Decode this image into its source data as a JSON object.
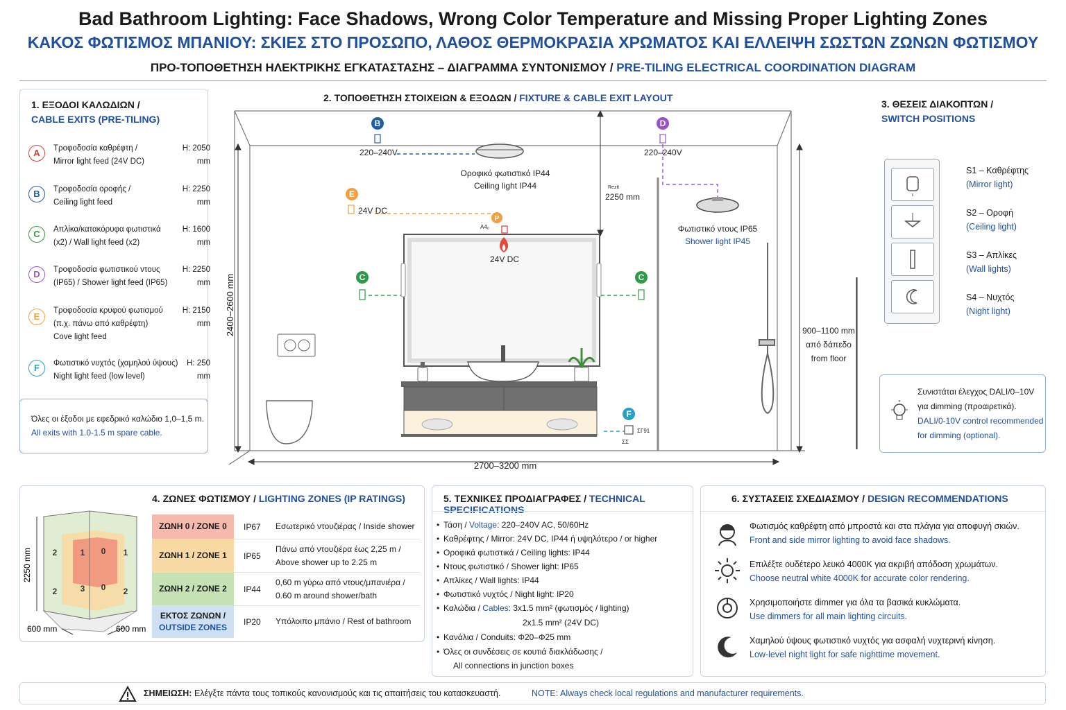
{
  "header": {
    "title_en": "Bad Bathroom Lighting: Face Shadows, Wrong Color Temperature and Missing Proper Lighting Zones",
    "title_gr": "ΚΑΚΟΣ ΦΩΤΙΣΜΟΣ ΜΠΑΝΙΟΥ: ΣΚΙΕΣ ΣΤΟ ΠΡΟΣΩΠΟ, ΛΑΘΟΣ ΘΕΡΜΟΚΡΑΣΙΑ ΧΡΩΜΑΤΟΣ ΚΑΙ ΕΛΛΕΙΨΗ ΣΩΣΤΩΝ ΖΩΝΩΝ ΦΩΤΙΣΜΟΥ",
    "subtitle_gr": "ΠΡΟ-ΤΟΠΟΘΕΤΗΣΗ ΗΛΕΚΤΡΙΚΗΣ ΕΓΚΑΤΑΣΤΑΣΗΣ – ΔΙΑΓΡΑΜΜΑ ΣΥΝΤΟΝΙΣΜΟΥ /",
    "subtitle_en": "PRE-TILING ELECTRICAL COORDINATION DIAGRAM"
  },
  "cable_exits": {
    "title_gr": "1. ΕΞΟΔΟΙ ΚΑΛΩΔΙΩΝ /",
    "title_en": "CABLE EXITS (PRE-TILING)",
    "items": [
      {
        "letter": "A",
        "color": "#d83b3b",
        "line1": "Τροφοδοσία καθρέφτη /",
        "line2": "Mirror light feed (24V DC)",
        "line3": "",
        "h": "H: 2050",
        "unit": "mm"
      },
      {
        "letter": "B",
        "color": "#1f5fa8",
        "line1": "Τροφοδοσία οροφής /",
        "line2": "Ceiling light feed",
        "line3": "",
        "h": "H: 2250",
        "unit": "mm"
      },
      {
        "letter": "C",
        "color": "#2e9a4a",
        "line1": "Απλίκα/κατακόρυφα φωτιστικά",
        "line2": "(x2) / Wall light feed (x2)",
        "line3": "",
        "h": "H: 1600",
        "unit": "mm"
      },
      {
        "letter": "D",
        "color": "#9a52c8",
        "line1": "Τροφοδοσία φωτιστικού ντους",
        "line2": "(IP65) / Shower light feed (IP65)",
        "line3": "",
        "h": "H: 2250",
        "unit": "mm"
      },
      {
        "letter": "E",
        "color": "#f0a040",
        "line1": "Τροφοδοσία κρυφού φωτισμού",
        "line2": "(π.χ. πάνω από καθρέφτη)",
        "line3": "Cove light feed",
        "h": "H: 2150",
        "unit": "mm"
      },
      {
        "letter": "F",
        "color": "#2aa0c8",
        "line1": "Φωτιστικό νυχτός (χαμηλού ύψους)",
        "line2": "Night light feed (low level)",
        "line3": "",
        "h": "H: 250",
        "unit": "mm"
      }
    ],
    "note_gr": "Όλες οι έξοδοι με εφεδρικό καλώδιο 1,0–1,5 m.",
    "note_en": "All exits with 1.0-1.5 m spare cable."
  },
  "layout": {
    "title_gr": "2. ΤΟΠΟΘΕΤΗΣΗ ΣΤΟΙΧΕΙΩΝ & ΕΞΟΔΩΝ /",
    "title_en": "FIXTURE & CABLE EXIT LAYOUT",
    "b_letter": "B",
    "d_letter": "D",
    "e_letter": "E",
    "c_letter": "C",
    "f_letter": "F",
    "a_letter": "P",
    "b_voltage": "220–240V",
    "d_voltage": "220–240V",
    "e_voltage": "24V DC",
    "a_voltage": "24V DC",
    "a_small": "A4₀",
    "ceiling_gr": "Οροφικό φωτιστικό IP44",
    "ceiling_en": "Ceiling light IP44",
    "ceiling_height_small": "Rezit",
    "ceiling_height": "2250 mm",
    "shower_gr": "Φωτιστικό ντους IP65",
    "shower_en": "Shower light IP45",
    "wall_height": "2400–2600 mm",
    "width": "2700–3200 mm",
    "switch_height_1": "900–1100 mm",
    "switch_height_2": "από δάπεδο",
    "switch_height_3": "from floor",
    "f_small_1": "ΣΓ91",
    "f_small_2": "ΣΣ"
  },
  "switches": {
    "title_gr": "3. ΘΕΣΕΙΣ ΔΙΑΚΟΠΤΩΝ /",
    "title_en": "SWITCH POSITIONS",
    "items": [
      {
        "gr": "S1 – Καθρέφτης",
        "en": "(Mirror light)",
        "icon": "mirror-icon",
        "code": "S1"
      },
      {
        "gr": "S2 – Οροφή",
        "en": "(Ceiling light)",
        "icon": "ceiling-light-icon",
        "code": "S2"
      },
      {
        "gr": "S3 – Απλίκες",
        "en": "(Wall lights)",
        "icon": "wall-light-icon",
        "code": "S3"
      },
      {
        "gr": "S4 – Νυχτός",
        "en": "(Night light)",
        "icon": "night-light-icon",
        "code": "S4"
      }
    ],
    "dali_gr_1": "Συνιστάται έλεγχος DALI/0–10V",
    "dali_gr_2": "για dimming (προαιρετικά).",
    "dali_en_1": "DALI/0-10V control recommended",
    "dali_en_2": "for dimming (optional)."
  },
  "zones": {
    "title_gr": "4. ΖΩΝΕΣ ΦΩΤΙΣΜΟΥ /",
    "title_en": "LIGHTING ZONES (IP RATINGS)",
    "height_label": "2250 mm",
    "depth_left": "600 mm",
    "depth_right": "600 mm",
    "iso_labels": [
      "2",
      "1",
      "0",
      "1",
      "2",
      "3",
      "0",
      "2"
    ],
    "rows": [
      {
        "name_gr": "ΖΩΝΗ 0 / ZONE 0",
        "name_en": "",
        "ip": "IP67",
        "desc1": "Εσωτερικό ντουζιέρας / Inside shower",
        "desc2": "",
        "bg": "#f6b9ad"
      },
      {
        "name_gr": "ΖΩΝΗ 1 / ZONE 1",
        "name_en": "",
        "ip": "IP65",
        "desc1": "Πάνω από ντουζιέρα έως 2,25 m /",
        "desc2": "Above shower up to 2.25 m",
        "bg": "#f8d9a3"
      },
      {
        "name_gr": "ΖΩΝΗ 2 / ZONE 2",
        "name_en": "",
        "ip": "IP44",
        "desc1": "0,60 m γύρω από ντους/μπανιέρα /",
        "desc2": "0.60 m around shower/bath",
        "bg": "#c6e2b4"
      },
      {
        "name_gr": "ΕΚΤΟΣ ΖΩΝΩΝ /",
        "name_en": "OUTSIDE ZONES",
        "ip": "IP20",
        "desc1": "Υπόλοιπο μπάνιο / Rest of bathroom",
        "desc2": "",
        "bg": "#cfe0f3"
      }
    ]
  },
  "specs": {
    "title_gr": "5. ΤΕΧΝΙΚΕΣ ΠΡΟΔΙΑΓΡΑΦΕΣ /",
    "title_en": "TECHNICAL SPECIFICATIONS",
    "items": [
      {
        "a": "Τάση / ",
        "b": "Voltage",
        "c": ": 220–240V AC, 50/60Hz"
      },
      {
        "a": "Καθρέφτης / ",
        "b": "Mirror",
        "c": ": 24V DC, IP44 ή υψηλότερο / or higher"
      },
      {
        "a": "Οροφικά φωτιστικά / ",
        "b": "Ceiling lights",
        "c": ": IP44"
      },
      {
        "a": "Ντους φωτιστικό / ",
        "b": "Shower light",
        "c": ": IP65"
      },
      {
        "a": "Απλίκες / ",
        "b": "Wall lights",
        "c": ": IP44"
      },
      {
        "a": "Φωτιστικό νυχτός / ",
        "b": "Night light",
        "c": ": IP20"
      },
      {
        "a": "Καλώδια / ",
        "b": "Cables",
        "c": ": 3x1.5 mm² (φωτισμός / lighting)"
      },
      {
        "a": "",
        "b": "",
        "c": "2x1.5 mm² (24V DC)"
      },
      {
        "a": "Κανάλια / ",
        "b": "Conduits",
        "c": ": Φ20–Φ25 mm"
      },
      {
        "a": "Όλες οι συνδέσεις σε κουτιά διακλάδωσης /",
        "b": "",
        "c": ""
      },
      {
        "a": "All connections in junction boxes",
        "b": "",
        "c": ""
      }
    ]
  },
  "design": {
    "title_gr": "6. ΣΥΣΤΑΣΕΙΣ ΣΧΕΔΙΑΣΜΟΥ /",
    "title_en": "DESIGN RECOMMENDATIONS",
    "items": [
      {
        "gr": "Φωτισμός καθρέφτη από μπροστά και στα πλάγια για αποφυγή σκιών.",
        "en": "Front and side mirror lighting to avoid face shadows.",
        "icon": "face-icon"
      },
      {
        "gr": "Επιλέξτε ουδέτερο λευκό 4000K για ακριβή απόδοση χρωμάτων.",
        "en": "Choose neutral white 4000K for accurate color rendering.",
        "icon": "sun-icon"
      },
      {
        "gr": "Χρησιμοποιήστε dimmer για όλα τα βασικά κυκλώματα.",
        "en": "Use dimmers for all main lighting circuits.",
        "icon": "dimmer-icon"
      },
      {
        "gr": "Χαμηλού ύψους φωτιστικό νυχτός για ασφαλή νυχτερινή κίνηση.",
        "en": "Low-level night light for safe nighttime movement.",
        "icon": "moon-icon"
      }
    ]
  },
  "footer": {
    "note_gr_bold": "ΣΗΜΕΙΩΣΗ:",
    "note_gr": " Ελέγξτε πάντα τους τοπικούς κανονισμούς και τις απαιτήσεις του κατασκευαστή.",
    "note_en": "NOTE: Always check local regulations and manufacturer requirements."
  },
  "colors": {
    "blue": "#1f4fa0",
    "red": "#d83b3b",
    "green": "#2e9a4a",
    "purple": "#9a52c8",
    "orange": "#f0a040",
    "cyan": "#2aa0c8"
  }
}
